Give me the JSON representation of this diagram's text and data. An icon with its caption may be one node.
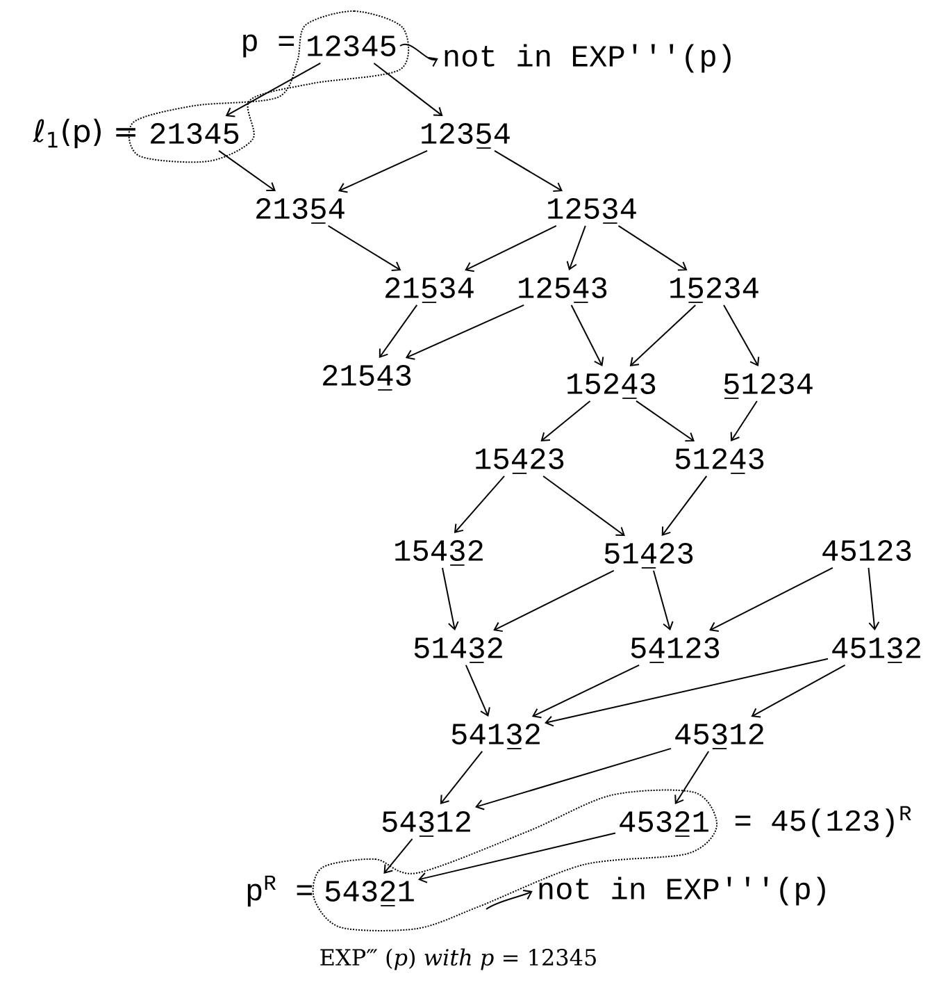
{
  "diagram": {
    "caption": "EXP‴ (*p*) *with p* = 12345",
    "nodes": [
      {
        "text": [
          "12345"
        ],
        "beside": [
          "p ="
        ]
      },
      {
        "text": [
          "21345"
        ],
        "beside": [
          "ℓ$_{1}$(p) ="
        ]
      },
      {
        "text": [
          "12354"
        ]
      },
      {
        "text": [
          "21354"
        ]
      },
      {
        "text": [
          "12534"
        ]
      },
      {
        "text": [
          "21534"
        ]
      },
      {
        "text": [
          "12543"
        ]
      },
      {
        "text": [
          "15234"
        ]
      },
      {
        "text": [
          "21543"
        ]
      },
      {
        "text": [
          "15243"
        ]
      },
      {
        "text": [
          "51234"
        ]
      },
      {
        "text": [
          "15423"
        ]
      },
      {
        "text": [
          "51243"
        ]
      },
      {
        "text": [
          "15432"
        ]
      },
      {
        "text": [
          "51423"
        ]
      },
      {
        "text": [
          "45123"
        ]
      },
      {
        "text": [
          "51432"
        ]
      },
      {
        "text": [
          "54123"
        ]
      },
      {
        "text": [
          "45132"
        ]
      },
      {
        "text": [
          "54132"
        ]
      },
      {
        "text": [
          "45312"
        ]
      },
      {
        "text": [
          "54312"
        ]
      },
      {
        "text": [
          "45321"
        ],
        "beside": [
          "= 45(123)$^{R}$"
        ]
      },
      {
        "text": [
          "54321"
        ],
        "beside": [
          "p$^{R}$ ="
        ]
      },
      {
        "text": [
          "not in EXP'''(p)"
        ]
      },
      {
        "text": [
          "not in EXP'''(p)"
        ]
      }
    ],
    "edges": [
      {
        "from": 0,
        "to": 1,
        "arrow": "to"
      },
      {
        "from": 0,
        "to": 2,
        "arrow": "to"
      },
      {
        "from": 1,
        "to": 3,
        "arrow": "to"
      },
      {
        "from": 2,
        "to": 3,
        "arrow": "to"
      },
      {
        "from": 2,
        "to": 4,
        "arrow": "to"
      },
      {
        "from": 3,
        "to": 5,
        "arrow": "to"
      },
      {
        "from": 4,
        "to": 5,
        "arrow": "to"
      },
      {
        "from": 4,
        "to": 6,
        "arrow": "to"
      },
      {
        "from": 4,
        "to": 7,
        "arrow": "to"
      },
      {
        "from": 5,
        "to": 8,
        "arrow": "to"
      },
      {
        "from": 6,
        "to": 8,
        "arrow": "to"
      },
      {
        "from": 6,
        "to": 9,
        "arrow": "to"
      },
      {
        "from": 7,
        "to": 9,
        "arrow": "to"
      },
      {
        "from": 7,
        "to": 10,
        "arrow": "to"
      },
      {
        "from": 9,
        "to": 11,
        "arrow": "to"
      },
      {
        "from": 9,
        "to": 12,
        "arrow": "to"
      },
      {
        "from": 10,
        "to": 12,
        "arrow": "to"
      },
      {
        "from": 11,
        "to": 13,
        "arrow": "to"
      },
      {
        "from": 11,
        "to": 14,
        "arrow": "to"
      },
      {
        "from": 12,
        "to": 14,
        "arrow": "to"
      },
      {
        "from": 13,
        "to": 16,
        "arrow": "to"
      },
      {
        "from": 14,
        "to": 16,
        "arrow": "to"
      },
      {
        "from": 14,
        "to": 17,
        "arrow": "to"
      },
      {
        "from": 15,
        "to": 17,
        "arrow": "to"
      },
      {
        "from": 15,
        "to": 18,
        "arrow": "to"
      },
      {
        "from": 17,
        "to": 19,
        "arrow": "to"
      },
      {
        "from": 16,
        "to": 19,
        "arrow": "to"
      },
      {
        "from": 18,
        "to": 19,
        "arrow": "to"
      },
      {
        "from": 18,
        "to": 20,
        "arrow": "to"
      },
      {
        "from": 19,
        "to": 21,
        "arrow": "to"
      },
      {
        "from": 20,
        "to": 21,
        "arrow": "to"
      },
      {
        "from": 20,
        "to": 22,
        "arrow": "to"
      },
      {
        "from": 21,
        "to": 23,
        "arrow": "to"
      },
      {
        "from": 22,
        "to": 23,
        "arrow": "to"
      },
      {
        "from": 0,
        "to": 24,
        "arrow": "to"
      },
      {
        "from": null,
        "to": 25,
        "arrow": "to"
      }
    ]
  }
}
